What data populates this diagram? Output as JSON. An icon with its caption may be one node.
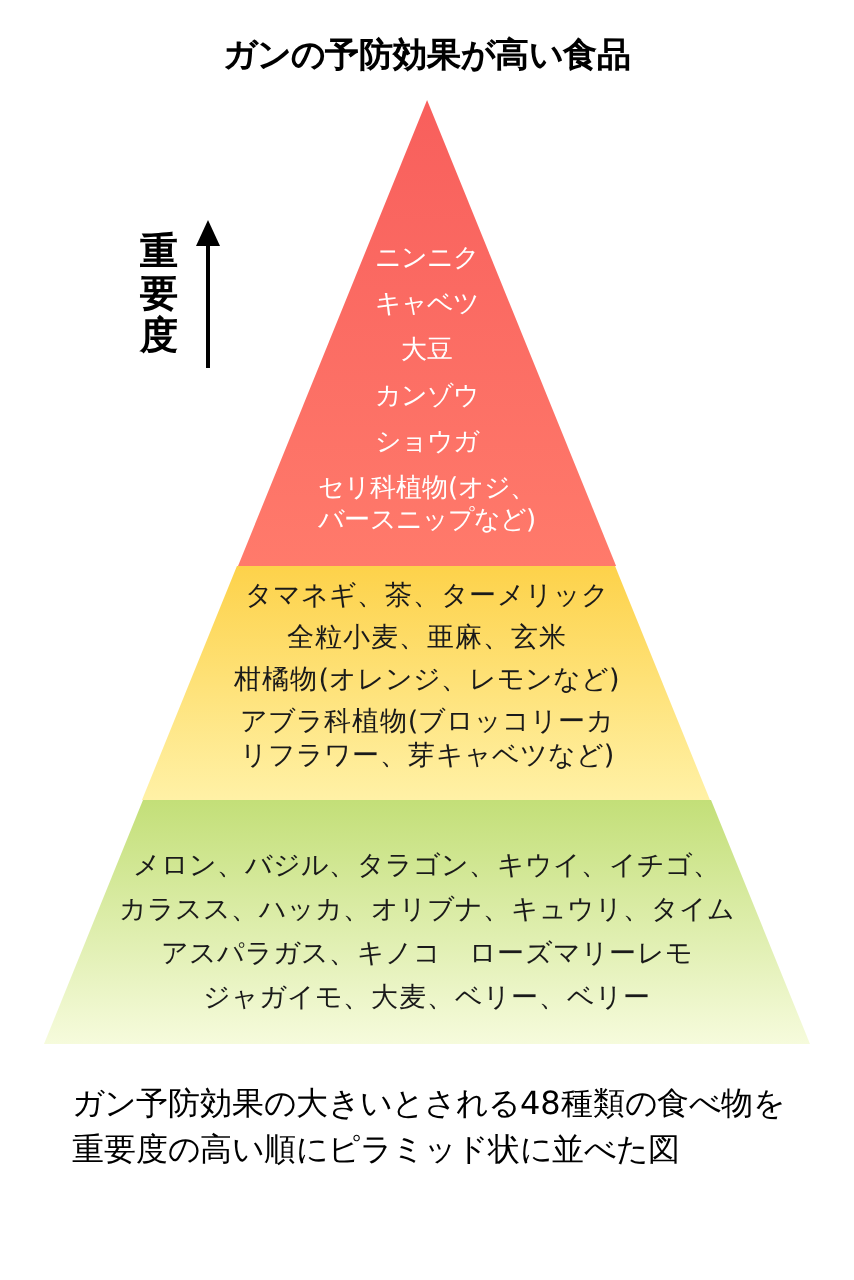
{
  "diagram": {
    "title": "ガンの予防効果が高い食品",
    "nodes": [
      {
        "text": [
          "ニンニク",
          "キャベツ",
          "大豆",
          "カンゾウ",
          "ショウガ",
          "セリ科植物(オジ、バースニップなど)"
        ]
      },
      {
        "text": [
          "タマネギ、茶、ターメリック",
          "全粒小麦、亜麻、玄米",
          "柑橘物(オレンジ、レモンなど)",
          "アブラ科植物(ブロッコリーカリフラワー、芽キャベツなど)"
        ]
      },
      {
        "text": [
          "メロン、バジル、タラゴン、キウイ、イチゴ、",
          "カラスス、ハッカ、オリブナ、キュウリ、タイム",
          "アスパラガス、キノコ　ローズマリーレモ",
          "ジャガイモ、大麦、ベリー、ベリー"
        ]
      }
    ],
    "edges": [],
    "labels": [
      "重要度"
    ],
    "caption": "ガン予防効果の大きいとされる48種類の食べ物を重要度の高い順にピラミッド状に並べた図"
  }
}
